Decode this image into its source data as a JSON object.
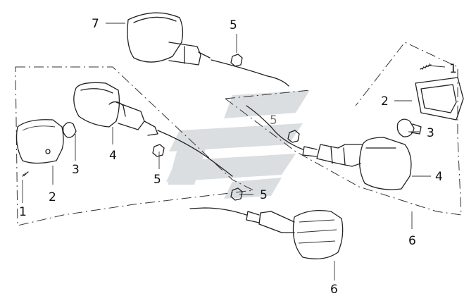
{
  "callouts": {
    "c7": "7",
    "c5_top": "5",
    "c1_right": "1",
    "c2_right": "2",
    "c3_right": "3",
    "c5_mid": "5",
    "c4_right": "4",
    "c6_right": "6",
    "c4_left": "4",
    "c3_left": "3",
    "c5_left": "5",
    "c2_left": "2",
    "c1_left": "1",
    "c5_lower": "5",
    "c6_bottom": "6"
  },
  "colors": {
    "line": "#222222",
    "watermark": "#cfd3d8"
  }
}
